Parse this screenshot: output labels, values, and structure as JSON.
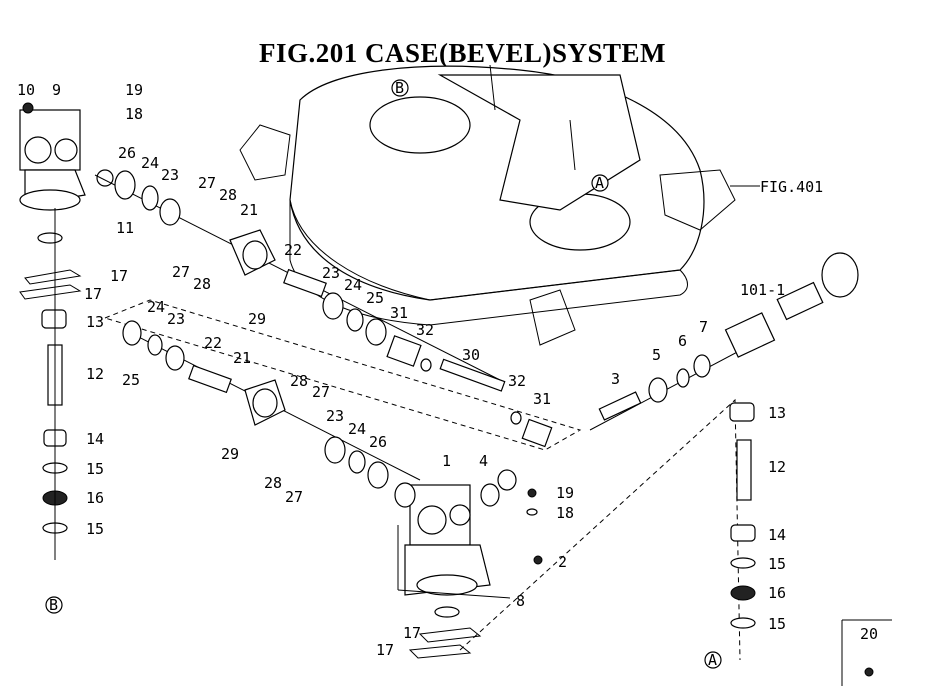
{
  "title": "FIG.201  CASE(BEVEL)SYSTEM",
  "ref_fig": "FIG.401",
  "markers": {
    "a": "A",
    "b": "B"
  },
  "labels": {
    "p10": "10",
    "p9": "9",
    "p19a": "19",
    "p18a": "18",
    "p26a": "26",
    "p24a": "24",
    "p23a": "23",
    "p27a": "27",
    "p28a": "28",
    "p21a": "21",
    "p11": "11",
    "p27b": "27",
    "p28b": "28",
    "p17a": "17",
    "p17b": "17",
    "p22a": "22",
    "p29a": "29",
    "p13a": "13",
    "p12a": "12",
    "p23b": "23",
    "p24b": "24",
    "p25a": "25",
    "p31a": "31",
    "p32a": "32",
    "p101": "101-1",
    "p7": "7",
    "p6": "6",
    "p5": "5",
    "p24c": "24",
    "p23c": "23",
    "p25b": "25",
    "p22b": "22",
    "p21b": "21",
    "p30": "30",
    "p32b": "32",
    "p31b": "31",
    "p3": "3",
    "p14a": "14",
    "p15a": "15",
    "p16a": "16",
    "p15b": "15",
    "p28c": "28",
    "p27c": "27",
    "p29b": "29",
    "p23d": "23",
    "p24d": "24",
    "p26b": "26",
    "p28d": "28",
    "p27d": "27",
    "p1": "1",
    "p4": "4",
    "p19b": "19",
    "p18b": "18",
    "p2": "2",
    "p8": "8",
    "p17c": "17",
    "p17d": "17",
    "p13b": "13",
    "p12b": "12",
    "p14b": "14",
    "p15c": "15",
    "p16b": "16",
    "p15d": "15",
    "p20": "20"
  }
}
